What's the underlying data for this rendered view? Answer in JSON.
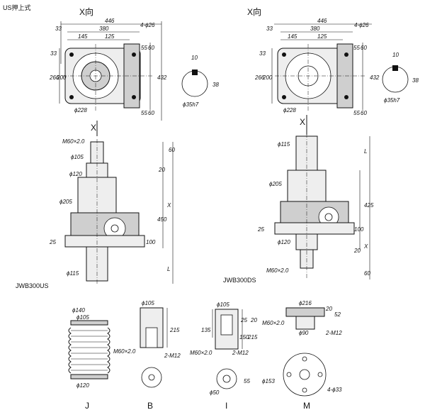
{
  "header": {
    "title": "US押上式"
  },
  "left_top": {
    "view": "X向",
    "w446": "446",
    "w380": "380",
    "w145": "145",
    "w125": "125",
    "d33a": "33",
    "d33b": "33",
    "holes": "4-ϕ26",
    "r55a": "55",
    "r60a": "60",
    "r55b": "55",
    "r60b": "60",
    "h266": "266",
    "h200": "200",
    "h432": "432",
    "dia228": "ϕ228"
  },
  "left_key": {
    "k10": "10",
    "k38": "38",
    "shaft": "ϕ35h7"
  },
  "right_top": {
    "view": "X向",
    "w446": "446",
    "w380": "380",
    "w145": "145",
    "w125": "125",
    "d33a": "33",
    "d33b": "33",
    "holes": "4-ϕ26",
    "r55a": "55",
    "r60a": "60",
    "r55b": "55",
    "r60b": "60",
    "h266": "266",
    "h200": "200",
    "h432": "432",
    "dia228": "ϕ228"
  },
  "right_key": {
    "k10": "10",
    "k38": "38",
    "shaft": "ϕ35h7"
  },
  "left_side": {
    "x": "X",
    "thread": "M60×2.0",
    "d105": "ϕ105",
    "d120": "ϕ120",
    "d205": "ϕ205",
    "d115": "ϕ115",
    "v60": "60",
    "v20": "20",
    "vX": "X",
    "v450": "450",
    "v100": "100",
    "v25": "25",
    "vL": "L",
    "model": "JWB300US"
  },
  "right_side": {
    "x": "X",
    "d115": "ϕ115",
    "d205": "ϕ205",
    "d120": "ϕ120",
    "thread": "M60×2.0",
    "vL": "L",
    "v425": "425",
    "v25": "25",
    "v100": "100",
    "v20": "20",
    "vX": "X",
    "v60": "60",
    "model": "JWB300DS"
  },
  "part_j": {
    "d140": "ϕ140",
    "d105": "ϕ105",
    "d120": "ϕ120",
    "label": "J"
  },
  "part_b": {
    "d105": "ϕ105",
    "h215": "215",
    "thread": "M60×2.0",
    "screws": "2-M12",
    "label": "B"
  },
  "part_i": {
    "d105": "ϕ105",
    "h135": "135",
    "h150": "150",
    "h215": "215",
    "v25": "25",
    "v20": "20",
    "thread": "M60×2.0",
    "screws": "2-M12",
    "d50": "ϕ50",
    "v55": "55",
    "label": "I"
  },
  "part_m": {
    "d216": "ϕ216",
    "v20": "20",
    "v52": "52",
    "thread": "M60×2.0",
    "d90": "ϕ90",
    "screws": "2-M12",
    "d153": "ϕ153",
    "holes": "4-ϕ33",
    "label": "M"
  }
}
